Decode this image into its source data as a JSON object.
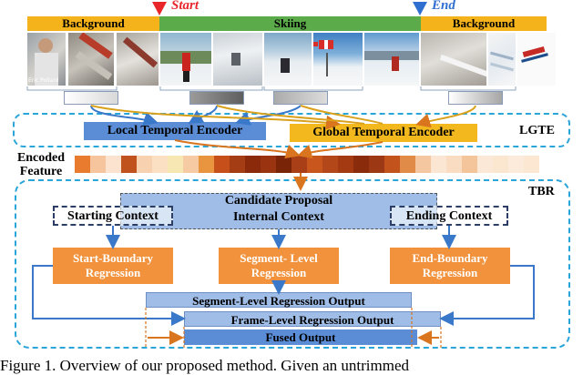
{
  "timeline": {
    "start_marker": "Start",
    "end_marker": "End",
    "segments": [
      {
        "label": "Background",
        "color": "#f4b21b"
      },
      {
        "label": "Skiing",
        "color": "#5bab4a"
      },
      {
        "label": "Background",
        "color": "#f4b21b"
      }
    ]
  },
  "frame_watermark": "Eric Pollard",
  "lgte": {
    "label": "LGTE",
    "local_encoder": "Local Temporal Encoder",
    "global_encoder": "Global Temporal Encoder"
  },
  "encoded_feature": {
    "label_line1": "Encoded",
    "label_line2": "Feature",
    "cell_colors": [
      "#e87b2e",
      "#f6c59e",
      "#fbe3cf",
      "#c0531d",
      "#f7d1b0",
      "#fbe0c4",
      "#f7e8b3",
      "#f6cba4",
      "#e9953f",
      "#c64f1a",
      "#a43d14",
      "#8a2a0a",
      "#9a3410",
      "#7a2407",
      "#a83f17",
      "#c8561d",
      "#b44719",
      "#a43a12",
      "#8a2c0c",
      "#9c3814",
      "#c2531d",
      "#e08b47",
      "#f5c7a0",
      "#fbe6d4",
      "#f9dcc1",
      "#f4c49b",
      "#fce8d6",
      "#fbe6d0",
      "#fcebda",
      "#fbe7d2"
    ]
  },
  "tbr": {
    "label": "TBR",
    "candidate_proposal": "Candidate Proposal",
    "internal_context": "Internal Context",
    "starting_context": "Starting Context",
    "ending_context": "Ending Context",
    "start_boundary": [
      "Start-Boundary",
      "Regression"
    ],
    "segment_level": [
      "Segment- Level",
      "Regression"
    ],
    "end_boundary": [
      "End-Boundary",
      "Regression"
    ],
    "segment_output": "Segment-Level Regression Output",
    "frame_output": "Frame-Level Regression Output",
    "fused_output": "Fused Output"
  },
  "caption": "Figure 1. Overview of our proposed method. Given an untrimmed",
  "colors": {
    "blue_box": "#5b8dd6",
    "gold_box": "#f2b81e",
    "orange_box": "#f2923c",
    "dashed_border": "#2aa5d9",
    "arrow_orange": "#d9741f",
    "arrow_blue": "#3a78c9",
    "marker_red": "#e8262a",
    "marker_blue": "#2e6fd0"
  }
}
